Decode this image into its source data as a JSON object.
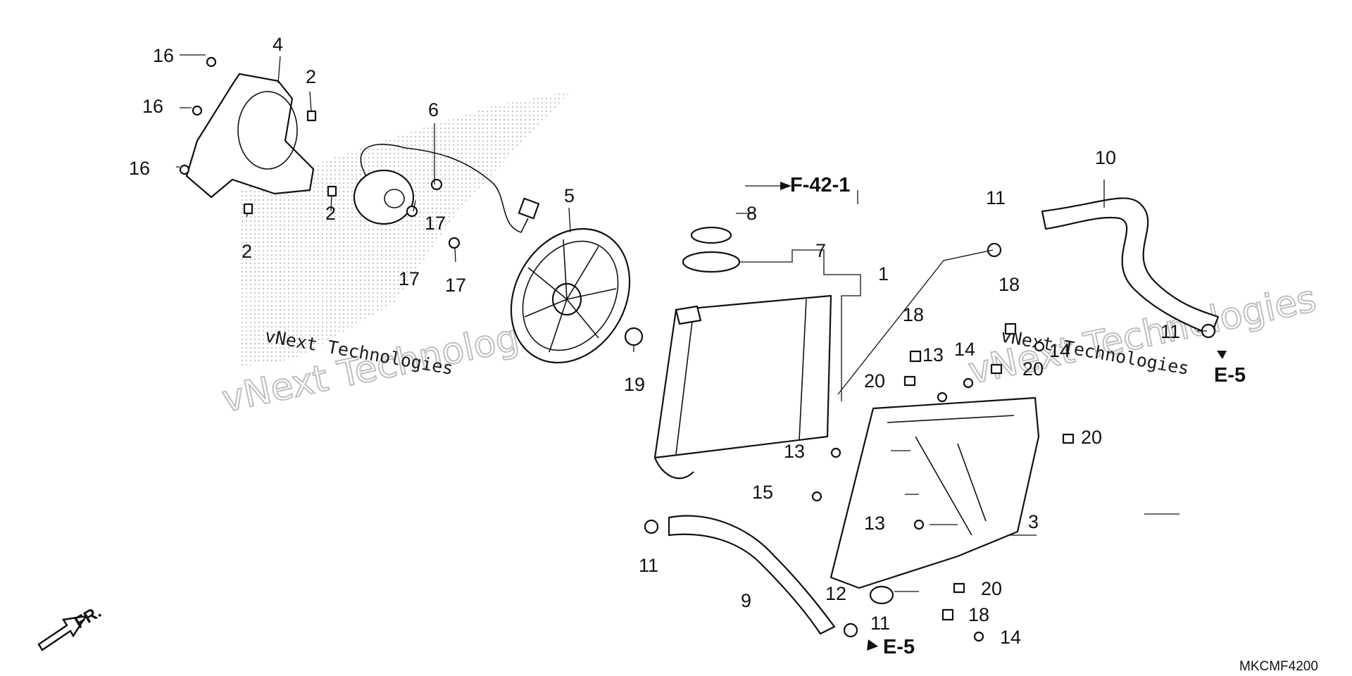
{
  "diagram": {
    "code": "MKCMF4200",
    "front_marker": "FR.",
    "references": {
      "f42": "F-42-1",
      "e5_right": "E-5",
      "e5_bottom": "E-5"
    },
    "watermark": "vNext Technologies",
    "labels": {
      "l1": "1",
      "l2a": "2",
      "l2b": "2",
      "l2c": "2",
      "l3": "3",
      "l4": "4",
      "l5": "5",
      "l6": "6",
      "l7": "7",
      "l8": "8",
      "l9": "9",
      "l10": "10",
      "l11a": "11",
      "l11b": "11",
      "l11c": "11",
      "l11d": "11",
      "l12": "12",
      "l13a": "13",
      "l13b": "13",
      "l13c": "13",
      "l14a": "14",
      "l14b": "14",
      "l14c": "14",
      "l15": "15",
      "l16a": "16",
      "l16b": "16",
      "l16c": "16",
      "l17a": "17",
      "l17b": "17",
      "l17c": "17",
      "l18a": "18",
      "l18b": "18",
      "l18c": "18",
      "l19": "19",
      "l20a": "20",
      "l20b": "20",
      "l20c": "20",
      "l20d": "20"
    }
  }
}
